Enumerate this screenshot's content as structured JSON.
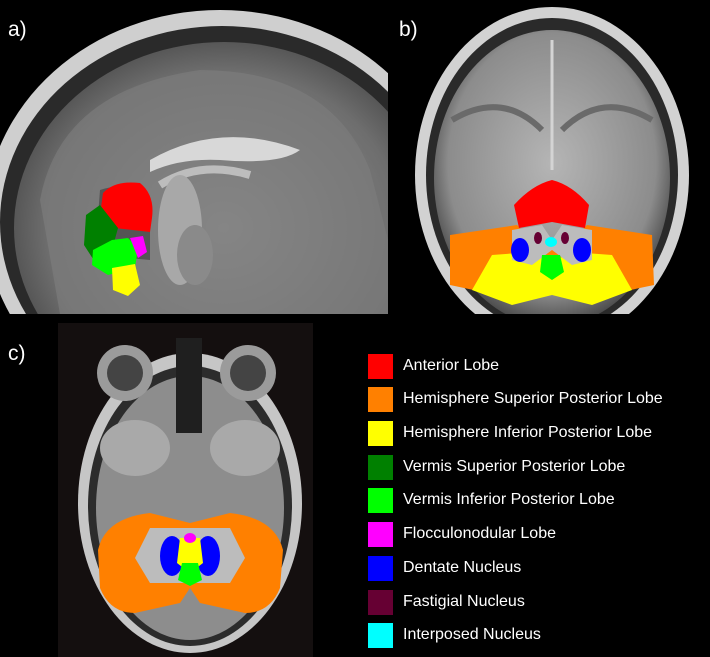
{
  "panels": {
    "a": {
      "label": "a)"
    },
    "b": {
      "label": "b)"
    },
    "c": {
      "label": "c)"
    }
  },
  "legend": [
    {
      "label": "Anterior Lobe",
      "color": "#ff0000"
    },
    {
      "label": "Hemisphere Superior Posterior Lobe",
      "color": "#ff8000"
    },
    {
      "label": "Hemisphere Inferior Posterior Lobe",
      "color": "#ffff00"
    },
    {
      "label": "Vermis Superior Posterior Lobe",
      "color": "#008000"
    },
    {
      "label": "Vermis Inferior Posterior Lobe",
      "color": "#00ff00"
    },
    {
      "label": "Flocculonodular Lobe",
      "color": "#ff00ff"
    },
    {
      "label": "Dentate Nucleus",
      "color": "#0000ff"
    },
    {
      "label": "Fastigial Nucleus",
      "color": "#660033"
    },
    {
      "label": "Interposed Nucleus",
      "color": "#00ffff"
    }
  ]
}
